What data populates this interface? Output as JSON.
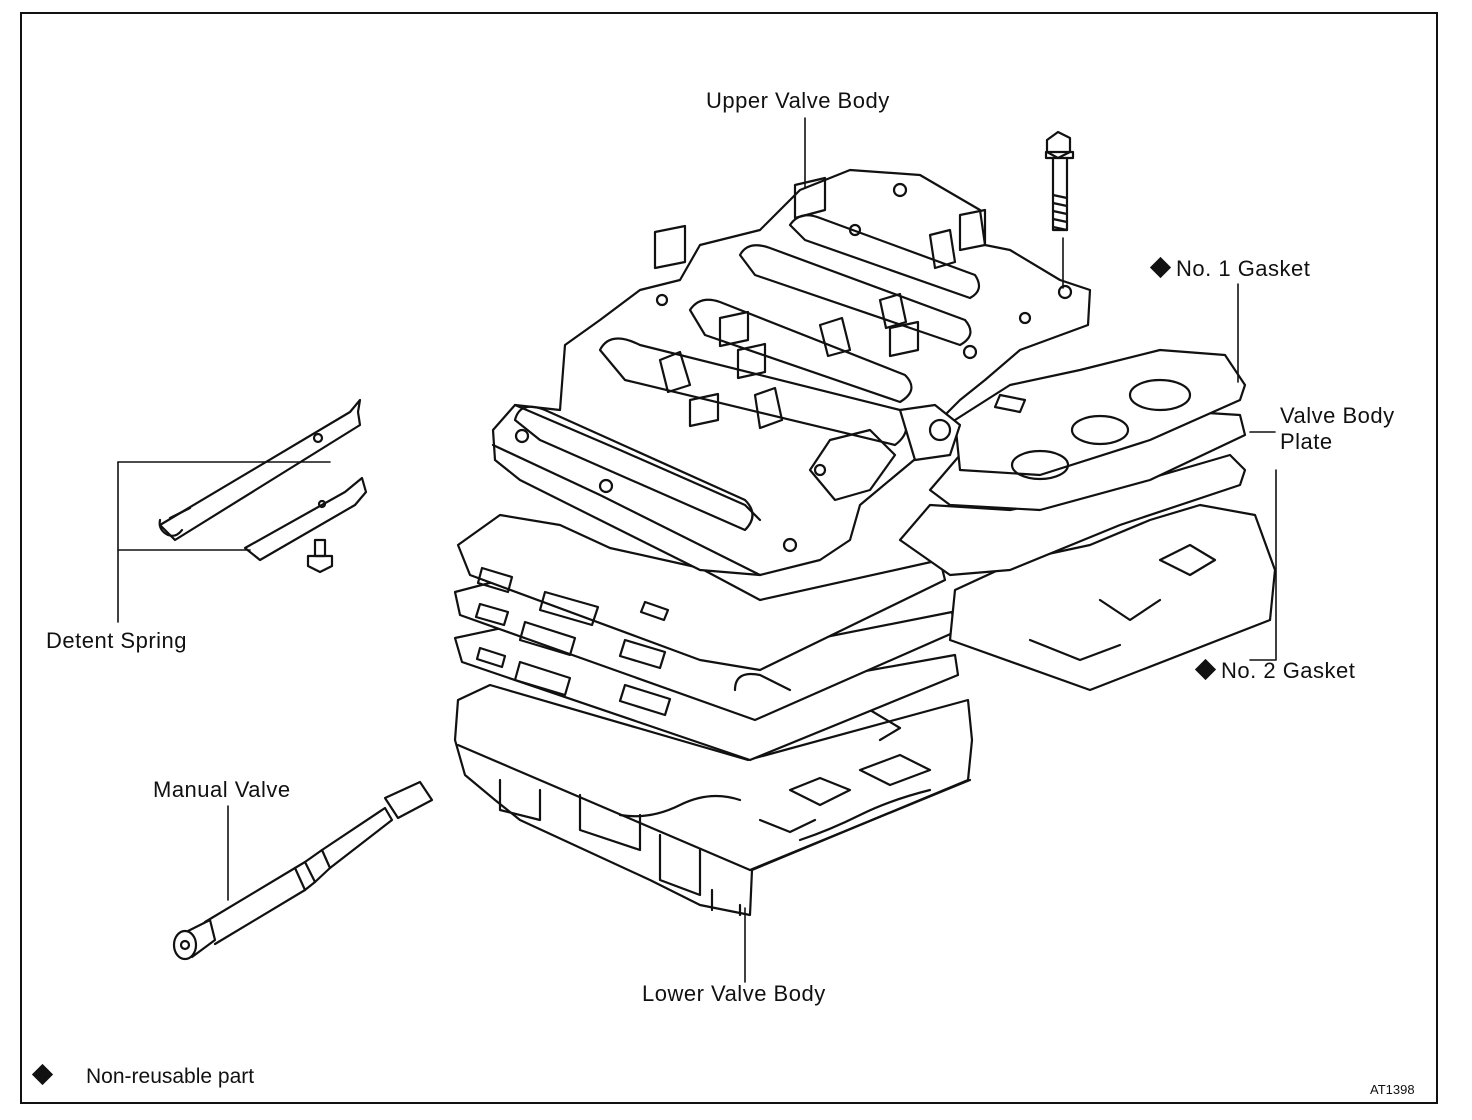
{
  "labels": {
    "upper_valve_body": "Upper Valve Body",
    "no1_gasket": "No. 1 Gasket",
    "valve_body_plate_line1": "Valve Body",
    "valve_body_plate_line2": "Plate",
    "no2_gasket": "No. 2 Gasket",
    "detent_spring": "Detent Spring",
    "manual_valve": "Manual Valve",
    "lower_valve_body": "Lower Valve Body"
  },
  "legend": {
    "marker_icon": "diamond-icon",
    "text": "Non-reusable part"
  },
  "figure_code": "AT1398"
}
